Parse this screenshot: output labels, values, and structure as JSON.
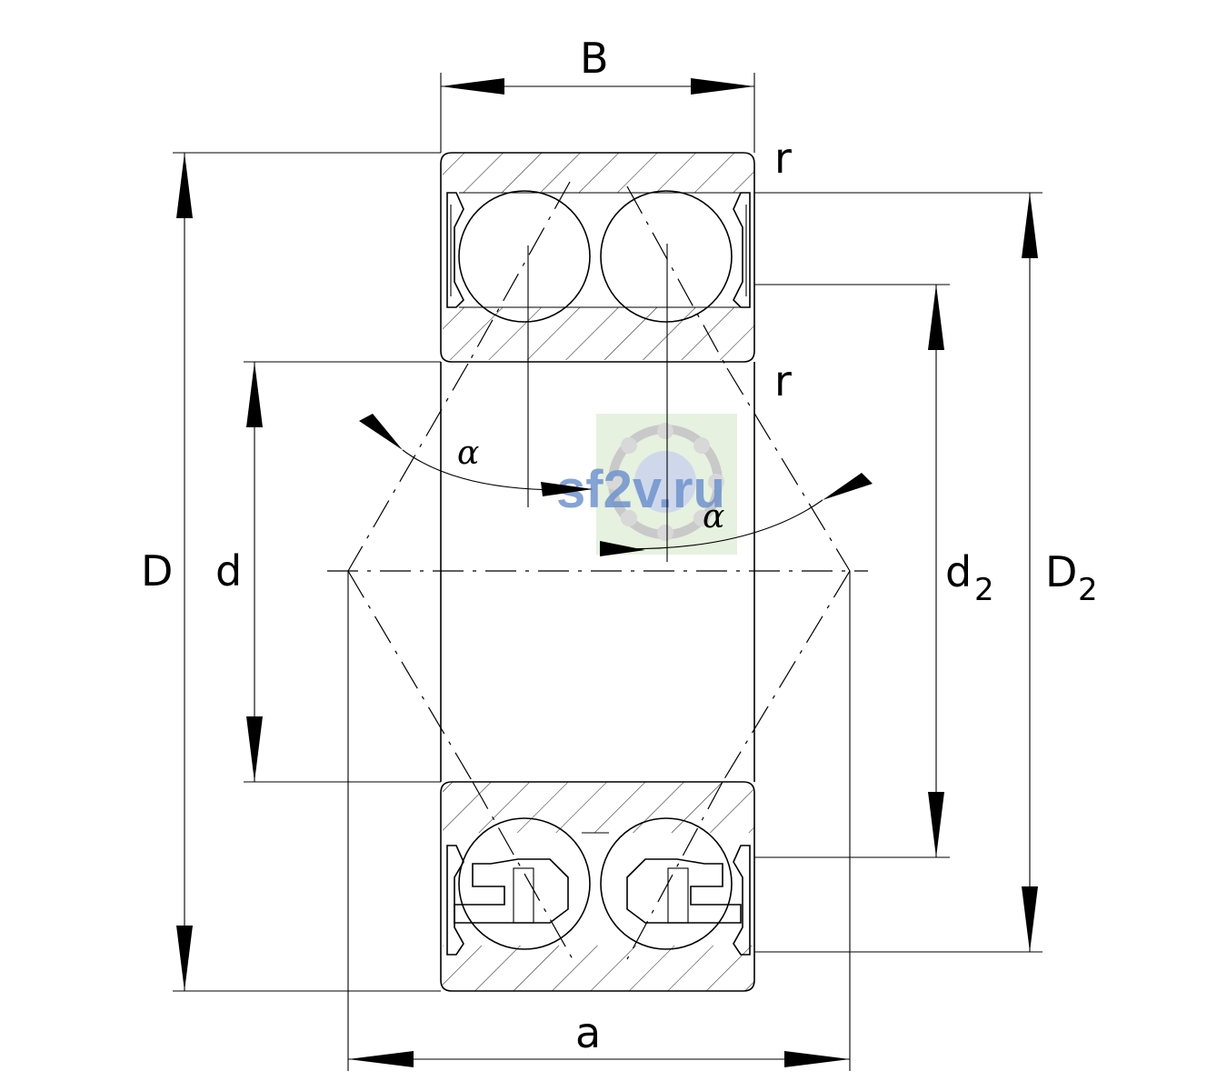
{
  "labels": {
    "B": "B",
    "r_top": "r",
    "r_mid": "r",
    "alpha_left": "α",
    "alpha_right": "α",
    "D": "D",
    "d": "d",
    "d2_main": "d",
    "d2_sub": "2",
    "D2_main": "D",
    "D2_sub": "2",
    "a": "a"
  },
  "watermark": {
    "text": "sf2v.ru"
  },
  "colors": {
    "line": "#000000",
    "watermark_text": "#6f93cf",
    "watermark_bg": "#e3efdc"
  }
}
